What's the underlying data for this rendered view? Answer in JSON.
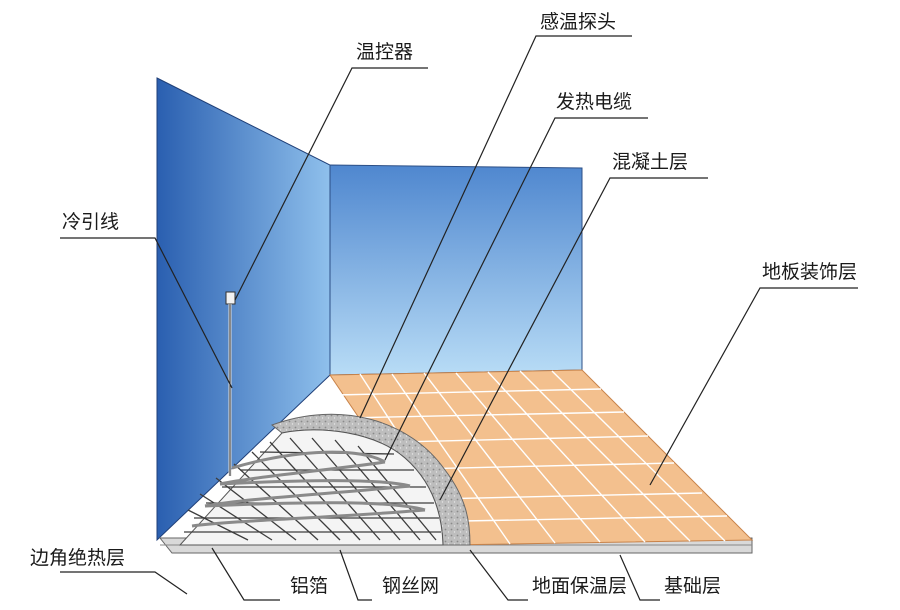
{
  "labels": {
    "thermostat": "温控器",
    "temp_probe": "感温探头",
    "heating_cable": "发热电缆",
    "concrete_layer": "混凝土层",
    "cold_lead": "冷引线",
    "floor_finish": "地板装饰层",
    "edge_insulation": "边角绝热层",
    "aluminum_foil": "铝箔",
    "wire_mesh": "钢丝网",
    "floor_insulation": "地面保温层",
    "base_layer": "基础层"
  },
  "colors": {
    "wall_dark": "#2f67b8",
    "wall_light": "#9cc9f0",
    "tile": "#f3c08e",
    "tile_dark": "#e7a46b",
    "concrete": "#b9b9b9",
    "mesh_bg": "#f7f7f7",
    "cable": "#555555"
  }
}
